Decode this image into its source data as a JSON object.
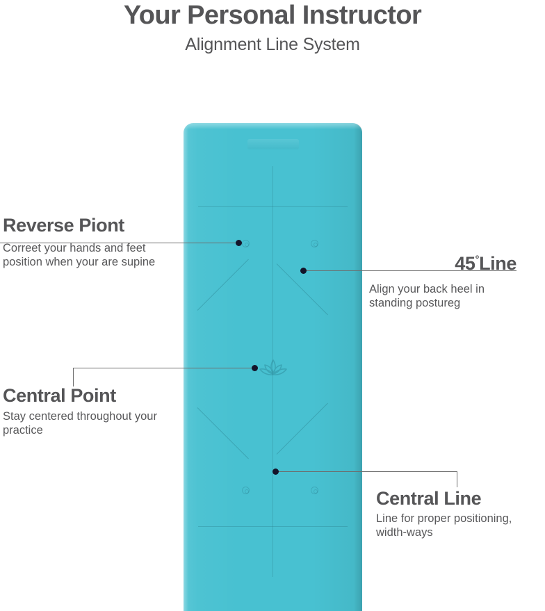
{
  "header": {
    "title": "Your Personal Instructor",
    "subtitle": "Alignment Line System"
  },
  "product": {
    "name": "yoga-mat",
    "color_hex": "#48c1d1",
    "line_color_hex": "#2a7887",
    "logo_top": "brand-logo-emboss",
    "logo_center": "lotus-emblem"
  },
  "callouts": [
    {
      "id": "reverse-point",
      "title": "Reverse Piont",
      "body": "Correet your hands and feet position when your are supine",
      "side": "left"
    },
    {
      "id": "central-point",
      "title": "Central Point",
      "body": "Stay centered throughout your practice",
      "side": "left"
    },
    {
      "id": "forty-five-line",
      "title_number": "45",
      "title_degree": "°",
      "title_word": "Line",
      "body": "Align your back heel in standing postureg",
      "side": "right"
    },
    {
      "id": "central-line",
      "title": "Central Line",
      "body": "Line for proper positioning, width-ways",
      "side": "right"
    }
  ],
  "colors": {
    "mat": "#48c1d1",
    "text": "#555557",
    "leader": "#6d6d6d",
    "dot": "#14142a",
    "background": "#ffffff"
  }
}
